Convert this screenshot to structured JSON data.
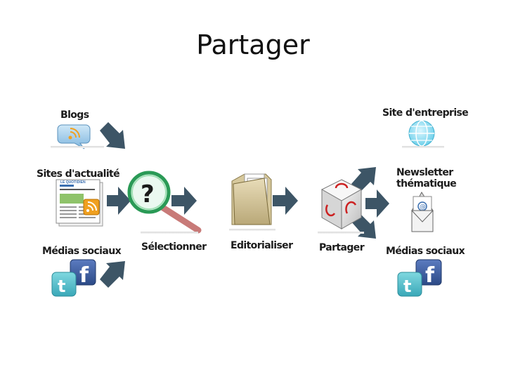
{
  "slide": {
    "title": "Partager"
  },
  "sources": {
    "blogs": "Blogs",
    "news_sites": "Sites d'actualité",
    "social_left": "Médias sociaux",
    "newspaper_masthead": "LE QUOTIDIEN"
  },
  "steps": {
    "select": "Sélectionner",
    "editorialise": "Editorialiser",
    "share": "Partager"
  },
  "outputs": {
    "corporate_site": "Site d'entreprise",
    "newsletter": "Newsletter\nthématique",
    "social_right": "Médias sociaux"
  },
  "icons": {
    "blogs": "rss-speech-bubble-icon",
    "news": "newspaper-rss-icon",
    "social": "facebook-twitter-icon",
    "select": "magnifier-question-icon",
    "editorialise": "folder-documents-icon",
    "share": "share-cube-icon",
    "corporate": "globe-icon",
    "newsletter": "envelope-at-icon"
  },
  "colors": {
    "arrow": "#3d5566",
    "rss": "#f0a020",
    "facebook": "#3b5b9a",
    "twitter": "#3fb5c8",
    "accent_red": "#cc2222"
  }
}
